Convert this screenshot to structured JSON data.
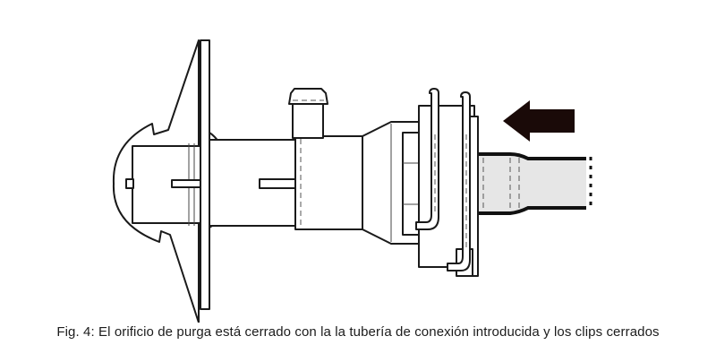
{
  "caption": {
    "text": "Fig. 4: El orificio de purga está cerrado con la  la tubería de conexión introducida y los clips cerrados"
  },
  "diagram": {
    "title": "Purge port closed with connection pipe inserted and clips closed",
    "components": [
      {
        "id": "mounting-flange",
        "label": ""
      },
      {
        "id": "dome-cap",
        "label": ""
      },
      {
        "id": "main-body-tube",
        "label": ""
      },
      {
        "id": "purge-port",
        "label": ""
      },
      {
        "id": "coupling-sleeve",
        "label": ""
      },
      {
        "id": "retaining-clips",
        "label": ""
      },
      {
        "id": "connection-pipe",
        "label": ""
      },
      {
        "id": "insertion-arrow",
        "label": ""
      }
    ],
    "colors": {
      "line": "#1a1a1a",
      "arrow": "#1a0a08",
      "pipe_fill": "#e6e6e6",
      "background": "#ffffff"
    },
    "arrow_direction": "left"
  }
}
